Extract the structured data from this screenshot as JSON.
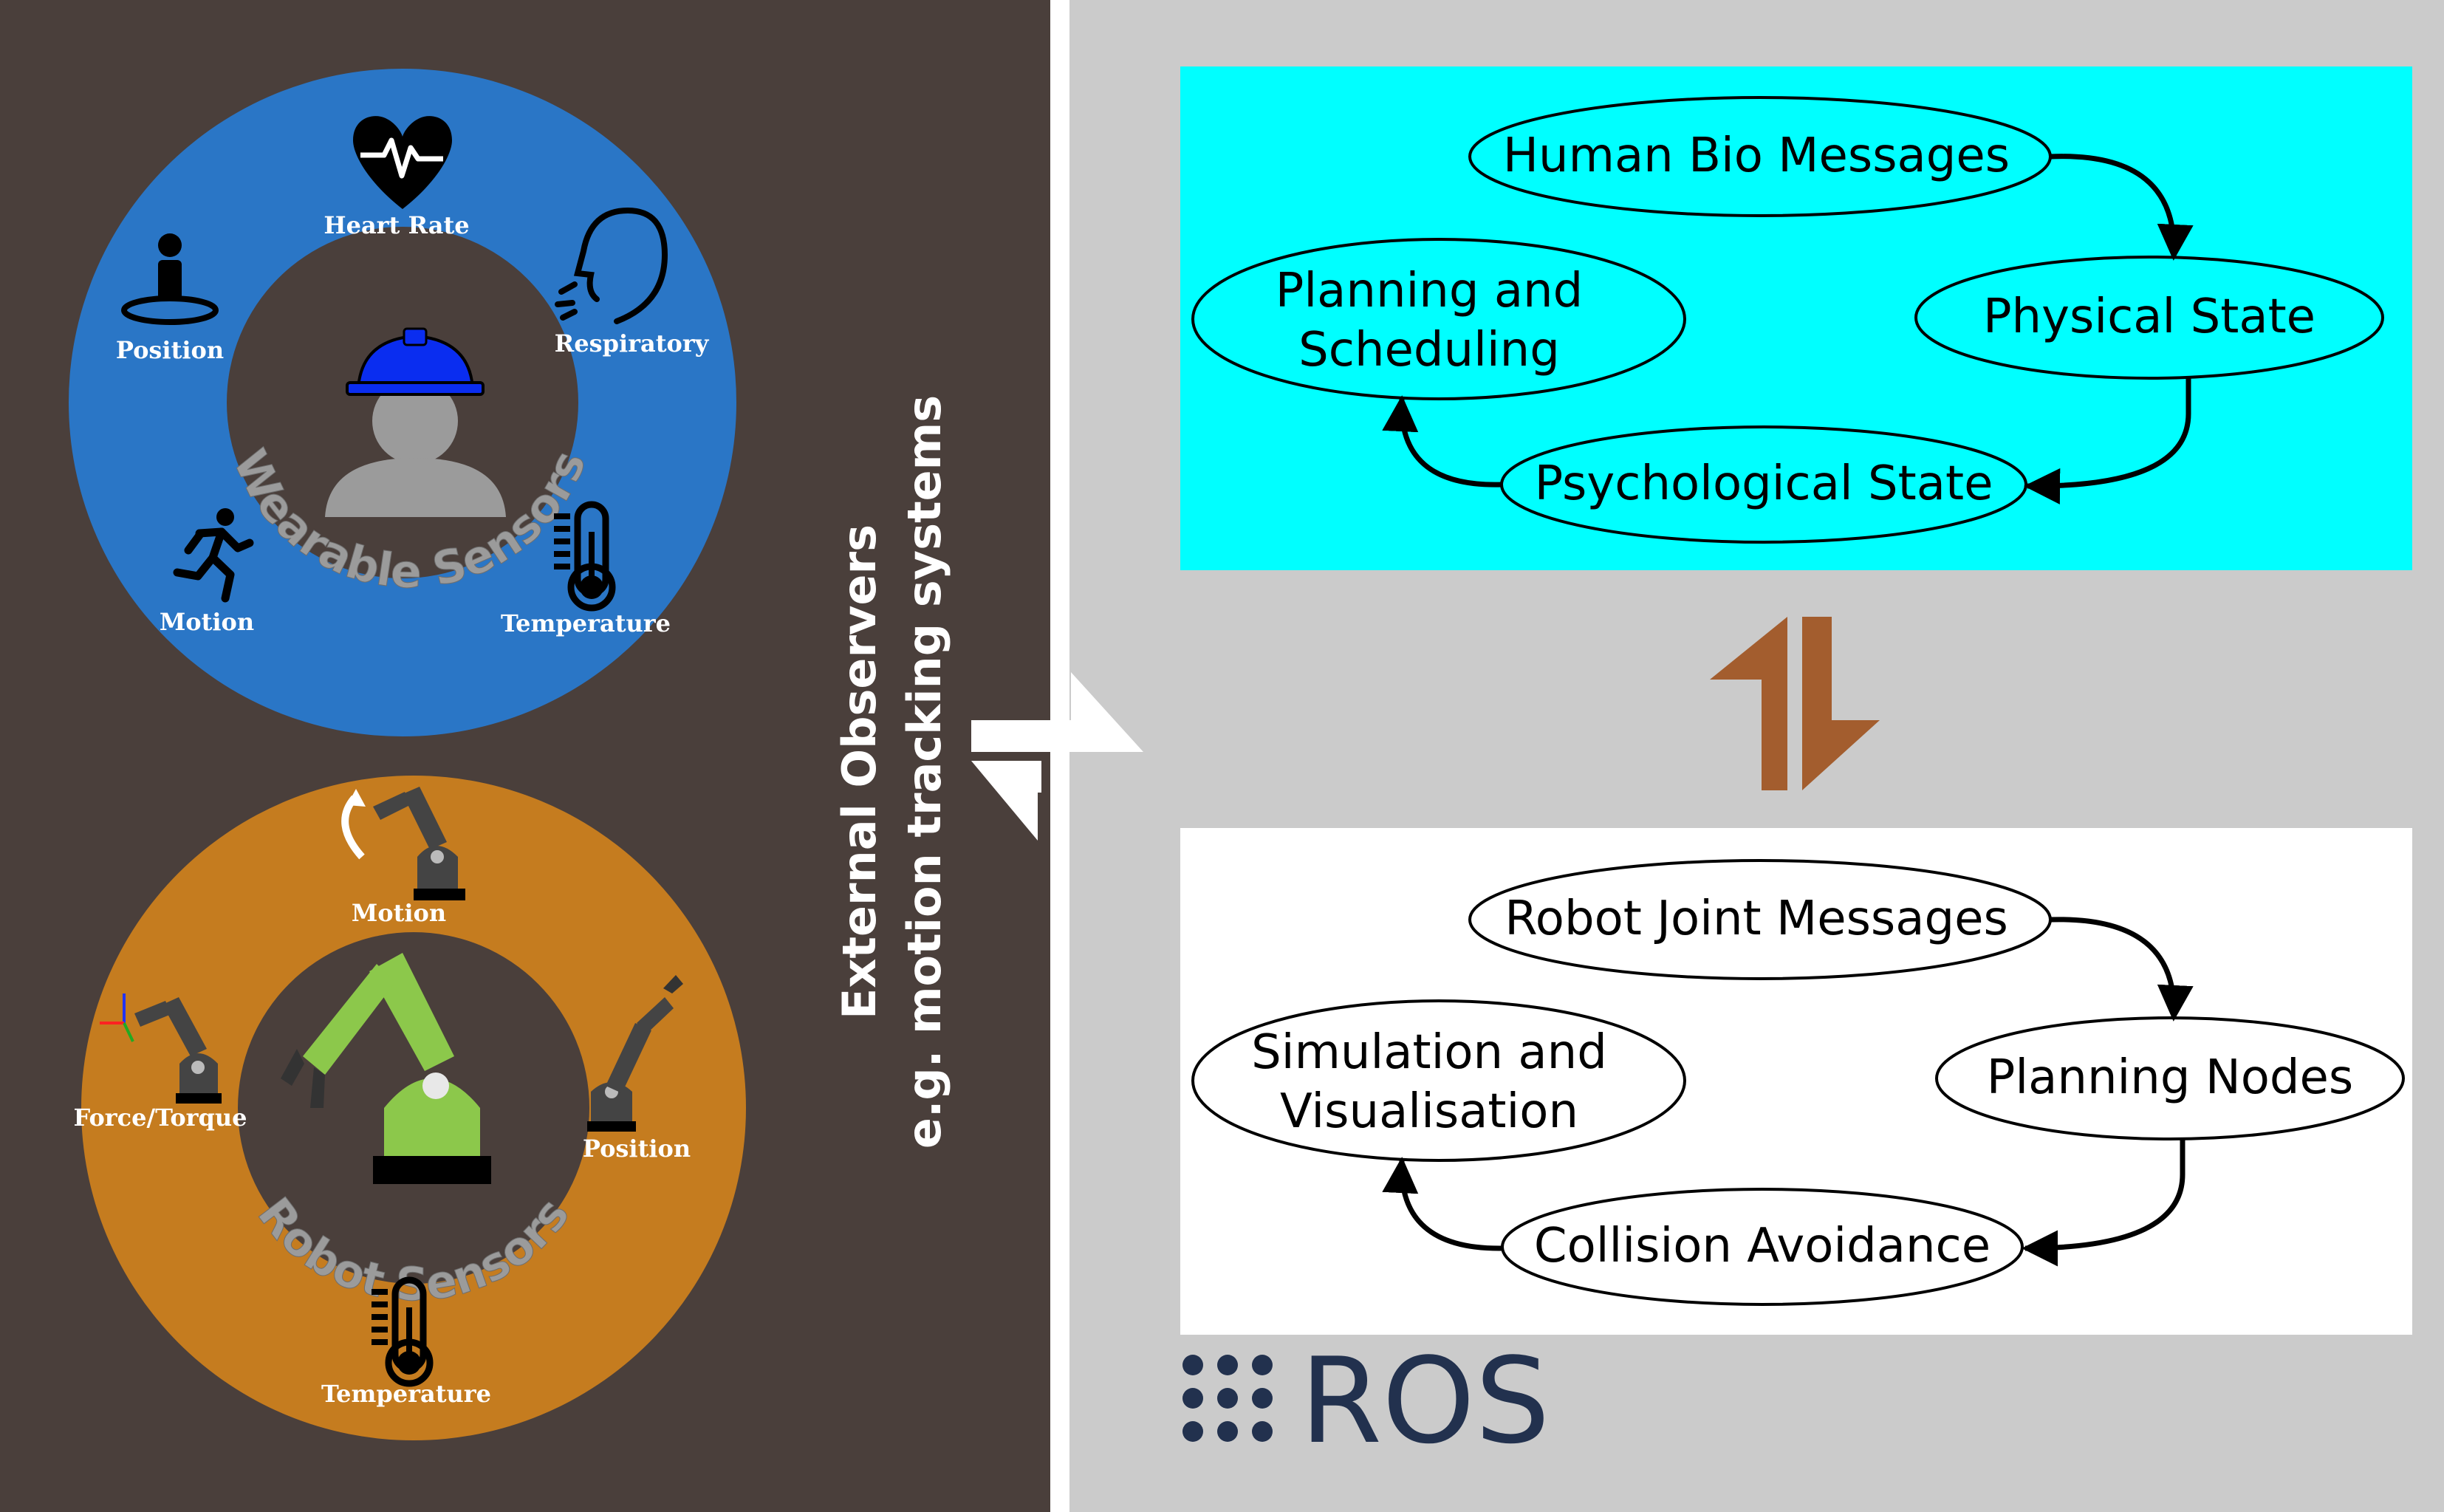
{
  "colors": {
    "left_bg": "#4a3f3b",
    "right_bg": "#cbcbcb",
    "wearable_ring": "#2a76c6",
    "robot_ring": "#c57c1f",
    "bio_panel": "#00ffff",
    "robot_panel": "#ffffff",
    "bidir_arrow": "#a35d2e",
    "robot_green": "#8cc84b",
    "helmet": "#0a2df0",
    "ros_logo": "#22314e"
  },
  "wearable": {
    "ring_label": "Wearable Sensors",
    "heart_rate": "Heart Rate",
    "respiratory": "Respiratory",
    "position": "Position",
    "motion": "Motion",
    "temperature": "Temperature"
  },
  "robot": {
    "ring_label_1": "Robot",
    "ring_label_2": "Sensors",
    "motion": "Motion",
    "force_torque": "Force/Torque",
    "position": "Position",
    "temperature": "Temperature"
  },
  "observers": {
    "line1": "External Observers",
    "line2": "e.g. motion tracking systems"
  },
  "bio_cycle": {
    "messages": "Human Bio Messages",
    "physical": "Physical State",
    "psychological": "Psychological State",
    "planning_1": "Planning and",
    "planning_2": "Scheduling"
  },
  "robot_cycle": {
    "messages": "Robot Joint Messages",
    "planning": "Planning Nodes",
    "collision": "Collision Avoidance",
    "simulation_1": "Simulation and",
    "simulation_2": "Visualisation"
  },
  "ros": {
    "label": "ROS"
  },
  "icons": [
    "heart-rate-icon",
    "person-position-icon",
    "respiratory-head-icon",
    "worker-helmet-icon",
    "running-icon",
    "thermometer-icon",
    "robot-arm-icon"
  ]
}
